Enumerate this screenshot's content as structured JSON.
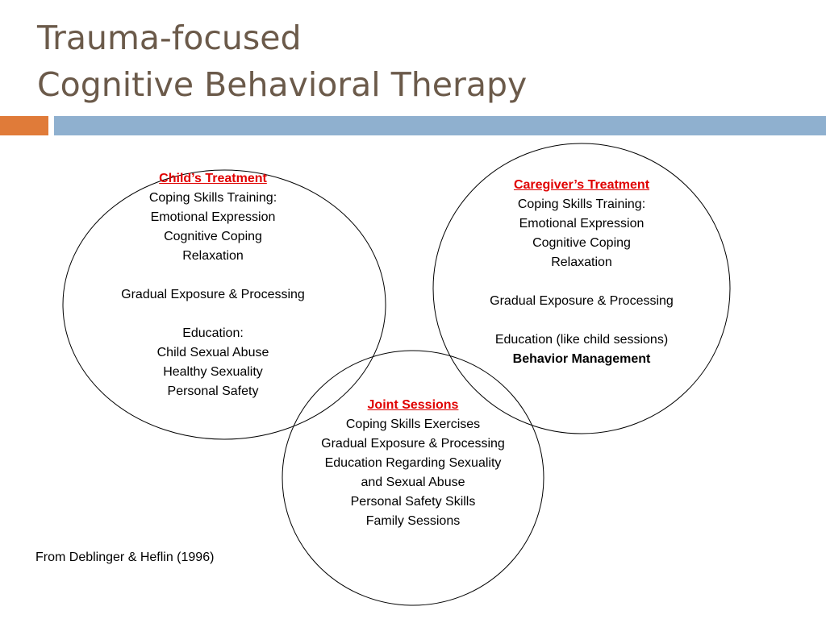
{
  "title": {
    "line1": "Trauma-focused",
    "line2": "Cognitive Behavioral Therapy"
  },
  "colors": {
    "title": "#6b5a4a",
    "accent_orange": "#e07b39",
    "accent_blue": "#8fb0cf",
    "heading_red": "#e00000"
  },
  "child": {
    "heading": "Child’s Treatment",
    "lines": [
      "Coping Skills Training:",
      "Emotional Expression",
      "Cognitive Coping",
      "Relaxation"
    ],
    "exposure": "Gradual Exposure & Processing",
    "education_label": "Education:",
    "education": [
      "Child Sexual Abuse",
      "Healthy Sexuality",
      "Personal Safety"
    ]
  },
  "caregiver": {
    "heading": "Caregiver’s Treatment",
    "lines": [
      "Coping Skills Training:",
      "Emotional Expression",
      "Cognitive Coping",
      "Relaxation"
    ],
    "exposure": "Gradual Exposure & Processing",
    "education": "Education (like child sessions)",
    "behavior": "Behavior Management"
  },
  "joint": {
    "heading": "Joint Sessions",
    "lines": [
      "Coping Skills Exercises",
      "Gradual Exposure & Processing",
      "Education Regarding Sexuality",
      "and Sexual Abuse",
      "Personal Safety Skills",
      "Family Sessions"
    ]
  },
  "source": "From Deblinger & Heflin (1996)"
}
